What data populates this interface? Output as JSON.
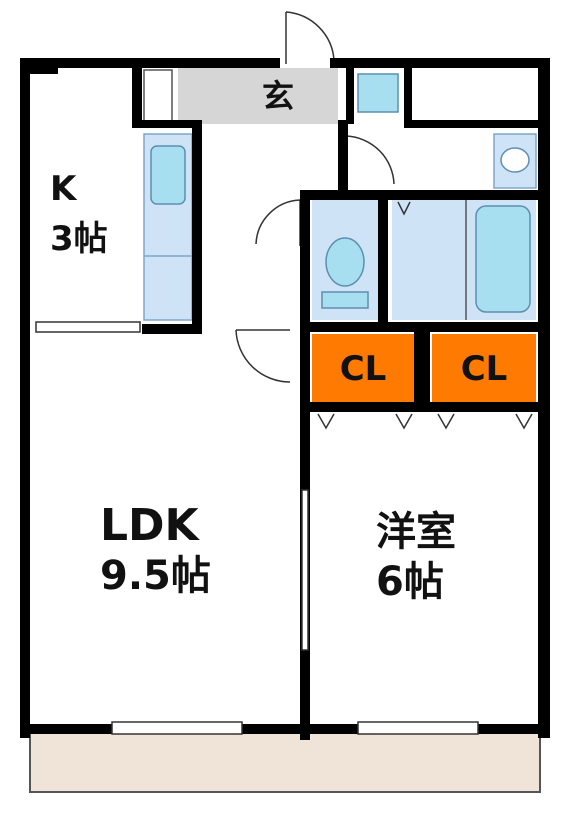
{
  "rooms": {
    "kitchen": {
      "name": "K",
      "size": "3帖"
    },
    "genkan": {
      "name": "玄"
    },
    "ldk": {
      "name": "LDK",
      "size": "9.5帖"
    },
    "western": {
      "name": "洋室",
      "size": "6帖"
    },
    "closet_left": {
      "name": "CL"
    },
    "closet_right": {
      "name": "CL"
    }
  },
  "colors": {
    "wall": "#000000",
    "fixture_fill": "#a8dff0",
    "fixture_bg": "#cfe3f7",
    "closet": "#ff7a00",
    "entry_floor": "#d6d6d6",
    "balcony": "#f0e3d8"
  }
}
